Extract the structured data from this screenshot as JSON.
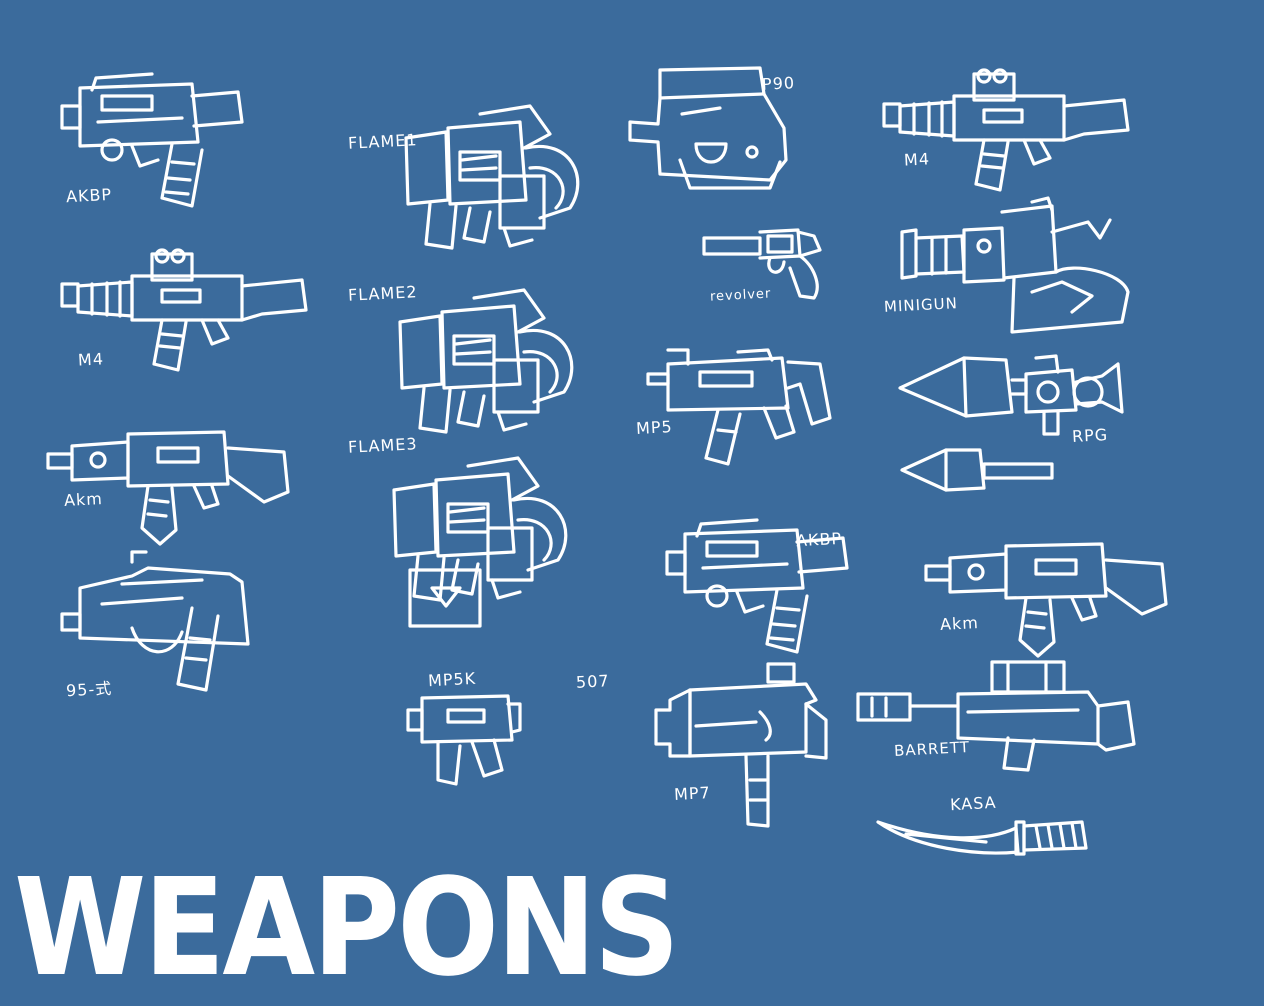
{
  "title": "WEAPONS",
  "labels": {
    "akbp_1": "AKBP",
    "m4_1": "M4",
    "akm_1": "Akm",
    "type95": "95-式",
    "flame1": "FLAME1",
    "flame2": "FLAME2",
    "flame3": "FLAME3",
    "mp5k": "MP5K",
    "num_507": "507",
    "p90": "P90",
    "revolver": "revolver",
    "mp5": "MP5",
    "akbp_2": "AKBP",
    "mp7": "MP7",
    "m4_2": "M4",
    "minigun": "MINIGUN",
    "rpg": "RPG",
    "akm_2": "Akm",
    "barrett": "BARRETT",
    "kasa": "KASA"
  },
  "colors": {
    "background": "#3b6b9c",
    "ink": "#ffffff"
  }
}
